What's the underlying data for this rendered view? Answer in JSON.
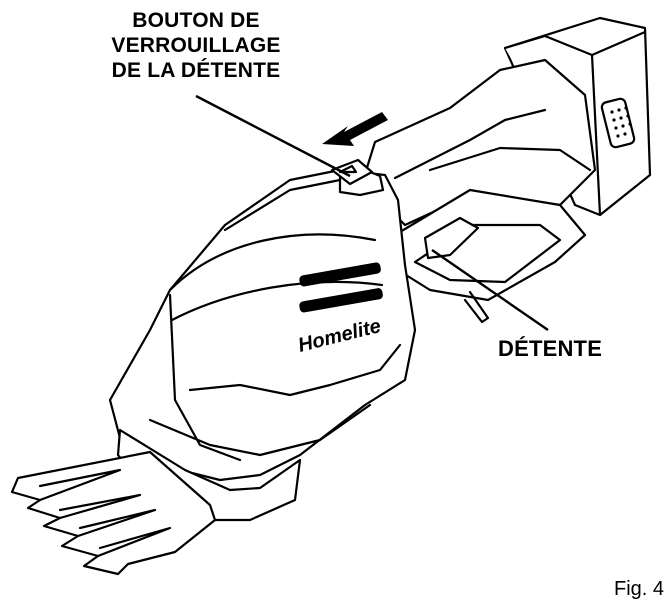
{
  "labels": {
    "lock_button": [
      "BOUTON DE",
      "VERROUILLAGE",
      "DE LA DÉTENTE"
    ],
    "trigger": "DÉTENTE",
    "figure": "Fig. 4"
  },
  "brand": "Homelite",
  "colors": {
    "line": "#000000",
    "fill": "#ffffff",
    "shade": "#e6e6e6"
  }
}
